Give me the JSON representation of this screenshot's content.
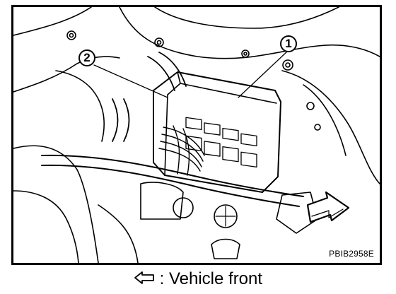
{
  "figure": {
    "callouts": [
      "1",
      "2"
    ],
    "code": "PBIB2958E",
    "icon": "hollow-left-arrow-icon"
  },
  "legend": {
    "text": ": Vehicle front",
    "icon": "hollow-left-arrow-icon"
  }
}
